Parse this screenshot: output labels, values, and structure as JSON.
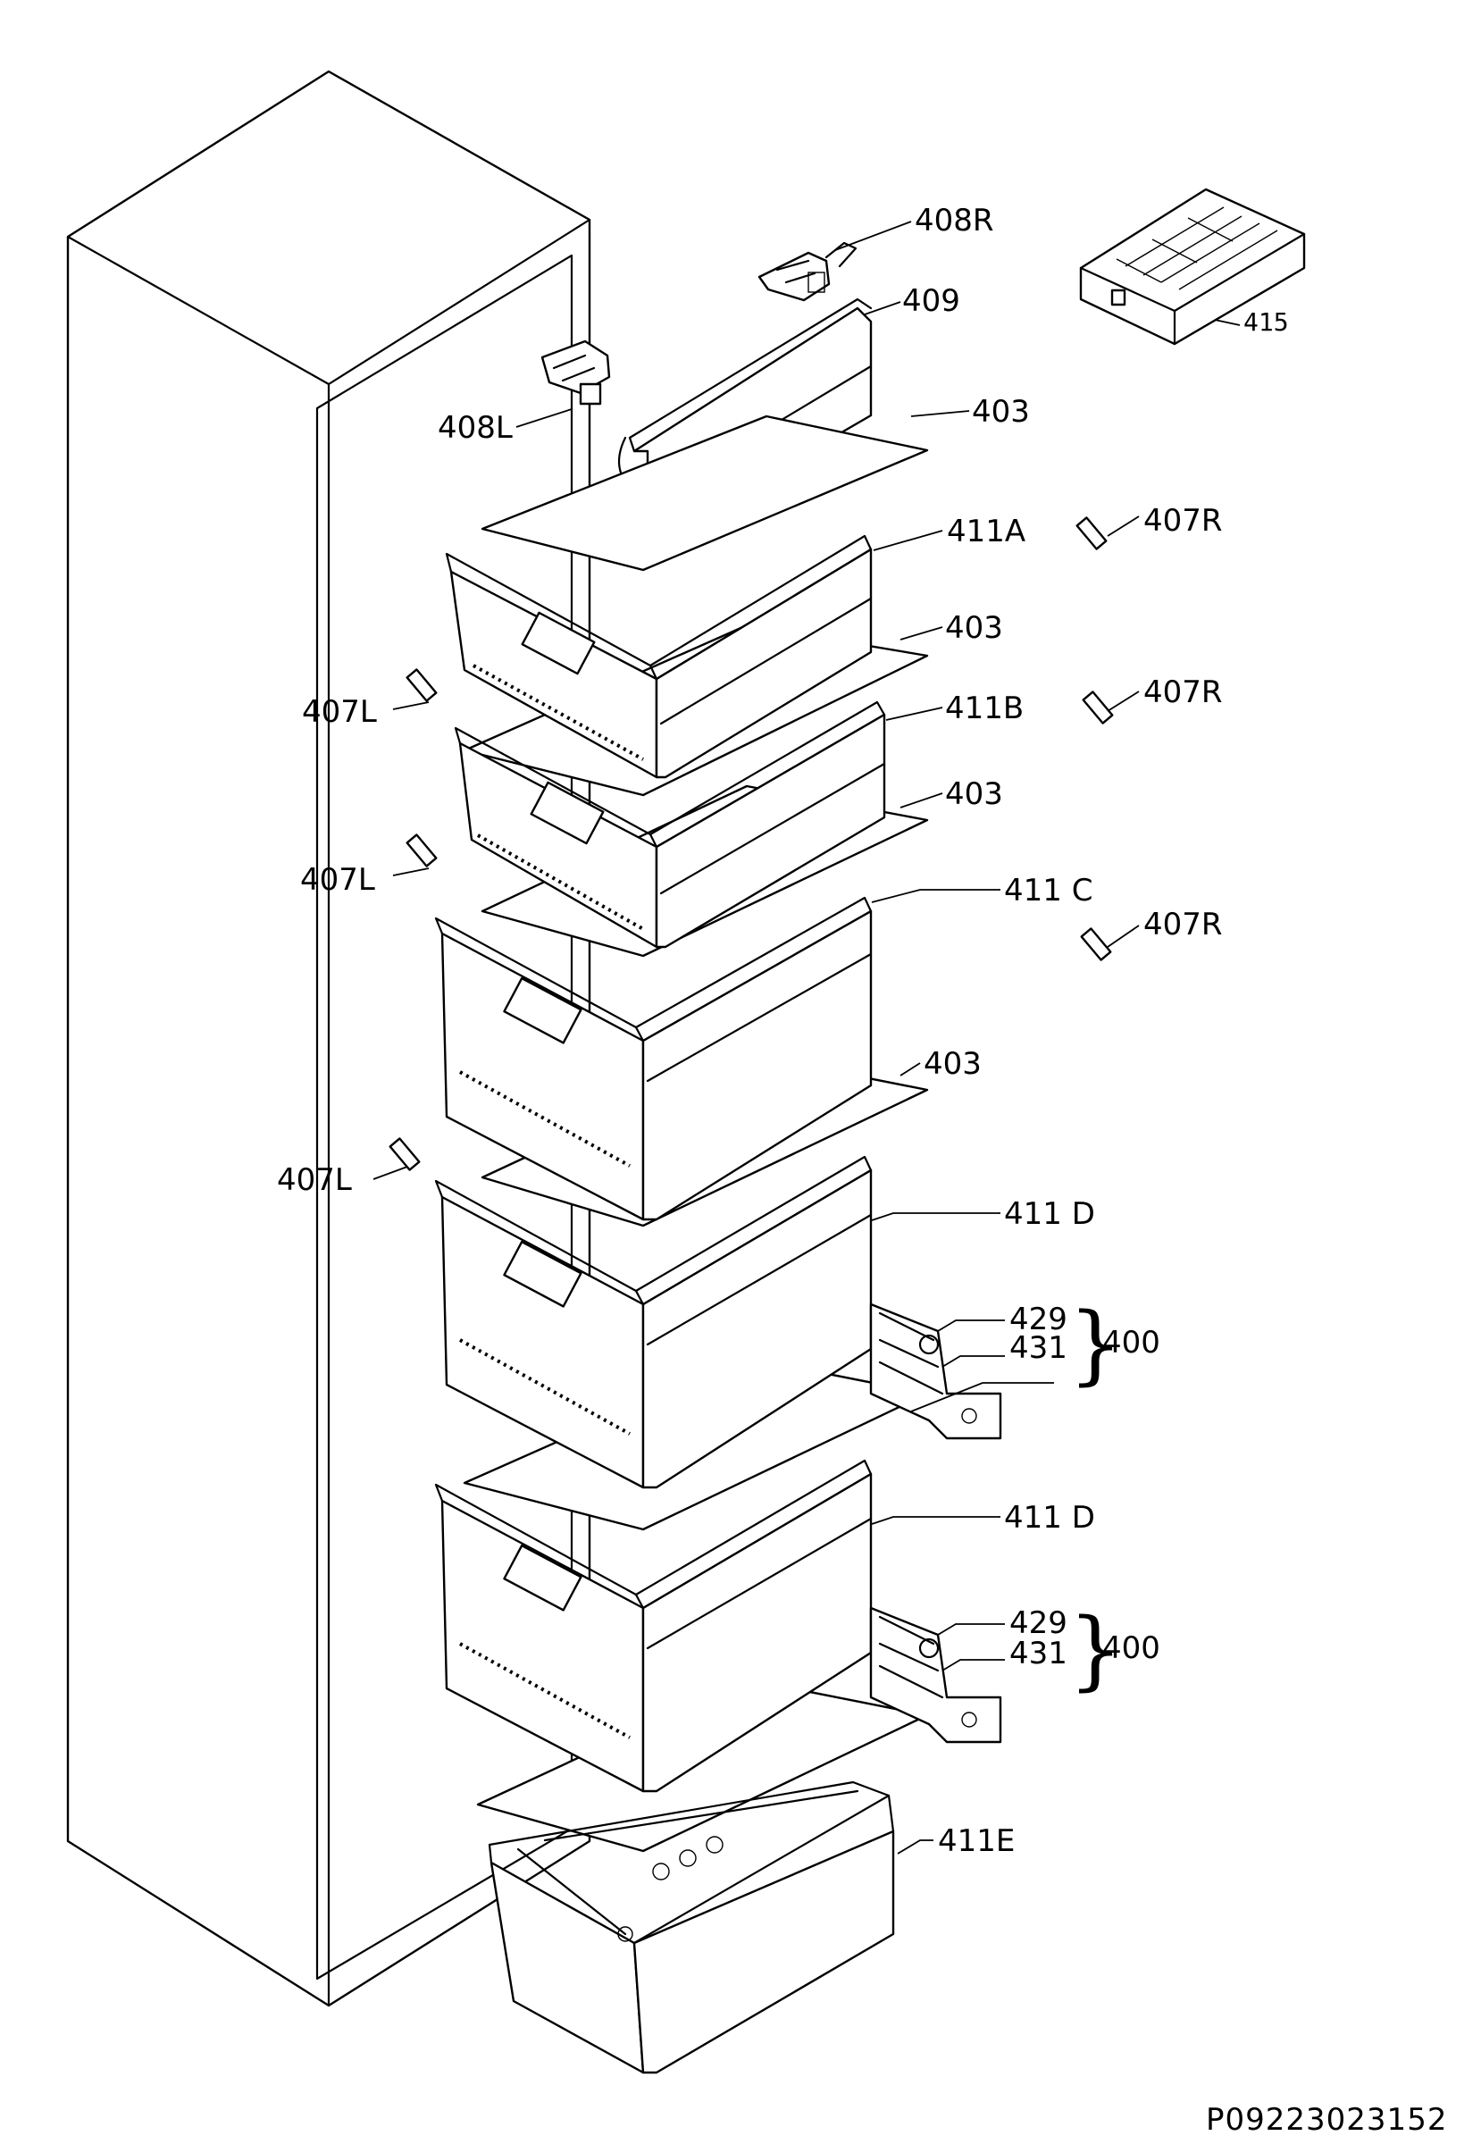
{
  "diagram": {
    "drawing_code": "P09223023152",
    "callouts": {
      "c408R": "408R",
      "c409": "409",
      "c415": "415",
      "c408L": "408L",
      "c403_1": "403",
      "c407R_1": "407R",
      "c411A": "411A",
      "c403_2": "403",
      "c407L_1": "407L",
      "c407R_2": "407R",
      "c411B": "411B",
      "c403_3": "403",
      "c407L_2": "407L",
      "c411C": "411 C",
      "c407R_3": "407R",
      "c403_4": "403",
      "c407L_3": "407L",
      "c411D_1": "411 D",
      "c429_1": "429",
      "c431_1": "431",
      "c400_1": "400",
      "c411D_2": "411 D",
      "c429_2": "429",
      "c431_2": "431",
      "c400_2": "400",
      "c411E": "411E"
    }
  }
}
